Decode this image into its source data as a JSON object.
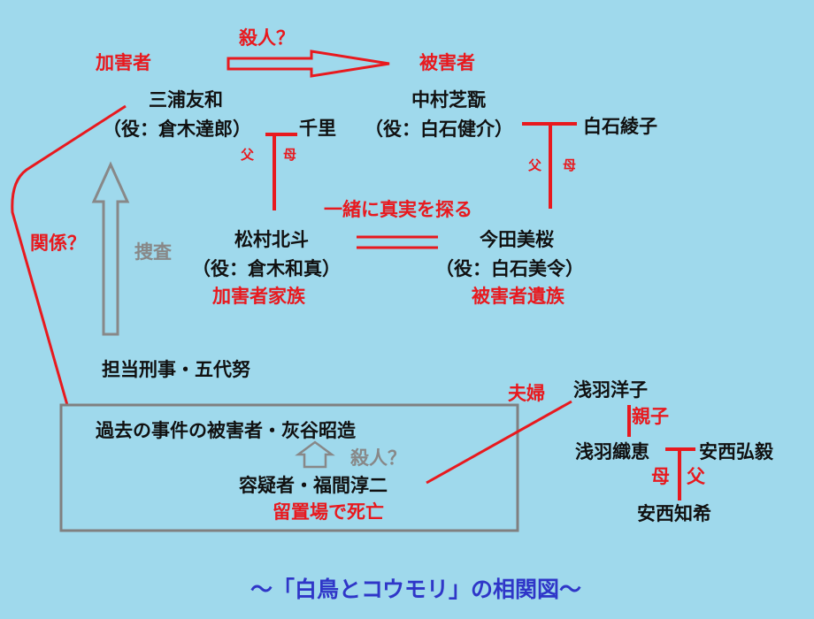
{
  "colors": {
    "background": "#9fd9ec",
    "red": "#e8191e",
    "gray": "#888888",
    "title": "#2f36c8"
  },
  "nodes": {
    "miura": {
      "name": "三浦友和",
      "role": "（役：倉木達郎）"
    },
    "chisato": "千里",
    "nakamura": {
      "name": "中村芝翫",
      "role": "（役：白石健介）"
    },
    "shiraishi_ayako": "白石綾子",
    "matsumura": {
      "name": "松村北斗",
      "role": "（役：倉木和真）"
    },
    "imada": {
      "name": "今田美桜",
      "role": "（役：白石美令）"
    },
    "detective": "担当刑事・五代努",
    "past_victim": "過去の事件の被害者・灰谷昭造",
    "suspect": "容疑者・福間淳二",
    "asaba_yoko": "浅羽洋子",
    "asaba_orie": "浅羽織恵",
    "anzai_hiroki": "安西弘毅",
    "anzai_tomoki": "安西知希"
  },
  "labels": {
    "assailant": "加害者",
    "murder_q": "殺人？",
    "victim": "被害者",
    "father": "父",
    "mother": "母",
    "together": "一緒に真実を探る",
    "relation_q": "関係？",
    "investigation": "捜査",
    "assailant_family": "加害者家族",
    "victim_family": "被害者遺族",
    "couple": "夫婦",
    "parent_child": "親子",
    "died_in_custody": "留置場で死亡",
    "murder_q_small": "殺人？"
  },
  "title": "〜「白鳥とコウモリ」の相関図〜"
}
